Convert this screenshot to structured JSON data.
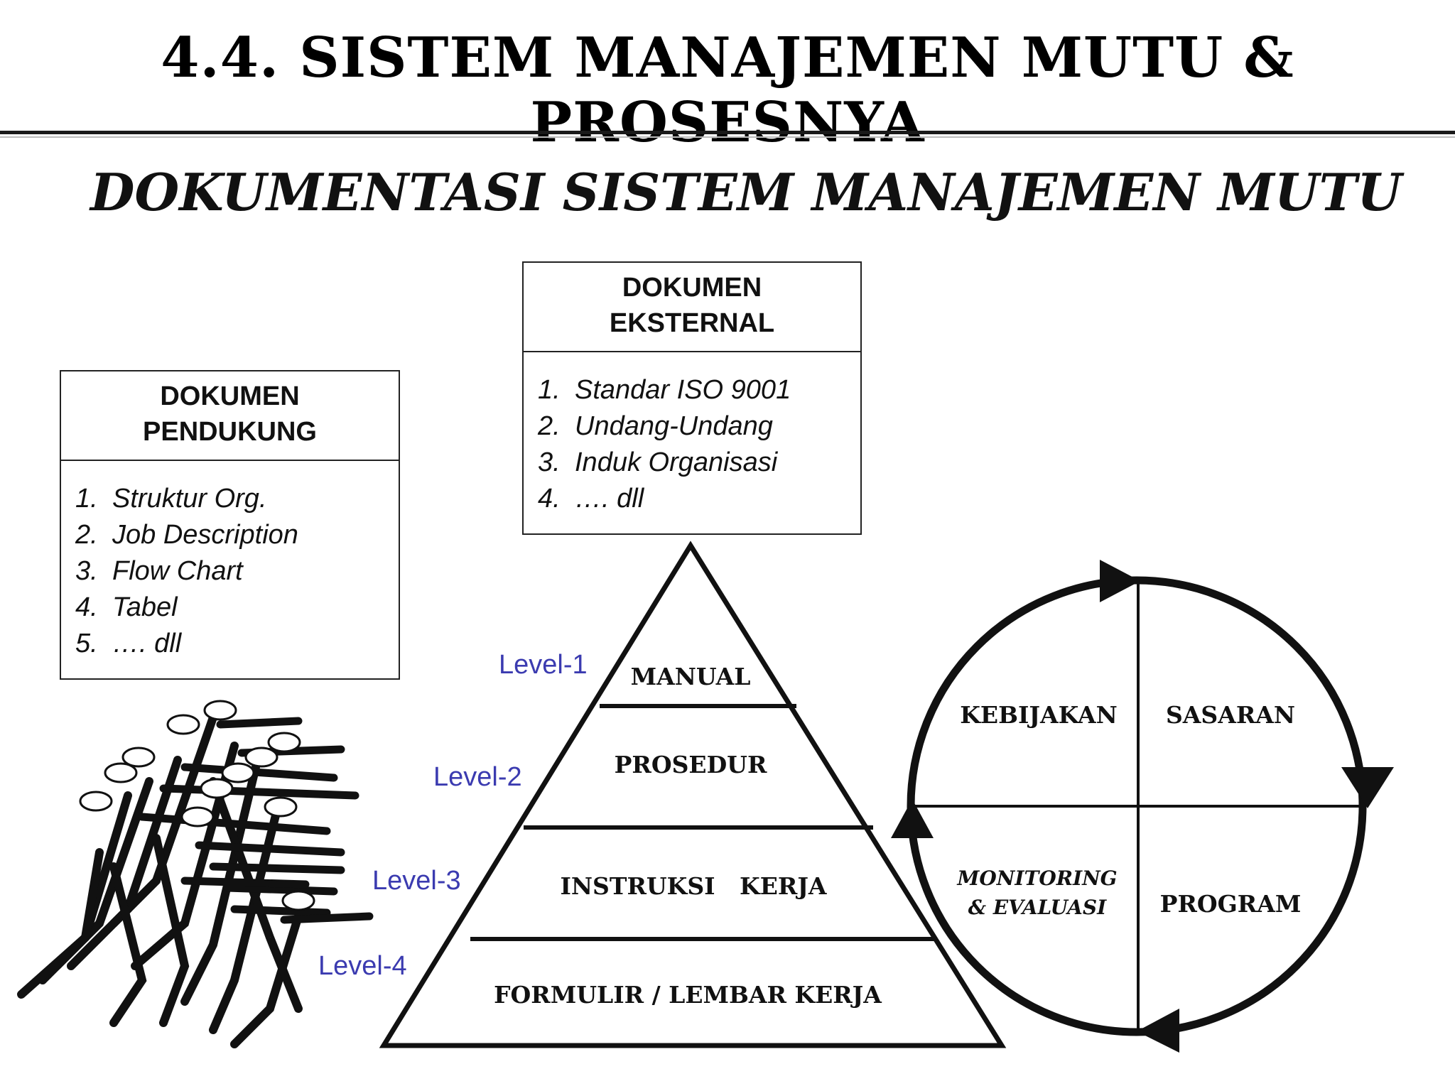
{
  "title": "4.4. SISTEM MANAJEMEN MUTU & PROSESNYA",
  "subtitle": "DOKUMENTASI SISTEM MANAJEMEN MUTU",
  "dokumen_pendukung": {
    "heading_line1": "DOKUMEN",
    "heading_line2": "PENDUKUNG",
    "items": [
      {
        "num": "1.",
        "text": "Struktur Org."
      },
      {
        "num": "2.",
        "text": "Job Description"
      },
      {
        "num": "3.",
        "text": "Flow Chart"
      },
      {
        "num": "4.",
        "text": "Tabel"
      },
      {
        "num": "5.",
        "text": "…. dll"
      }
    ]
  },
  "dokumen_eksternal": {
    "heading_line1": "DOKUMEN",
    "heading_line2": "EKSTERNAL",
    "items": [
      {
        "num": "1.",
        "text": "Standar ISO 9001"
      },
      {
        "num": "2.",
        "text": "Undang-Undang"
      },
      {
        "num": "3.",
        "text": "Induk Organisasi"
      },
      {
        "num": "4.",
        "text": "…. dll"
      }
    ]
  },
  "pyramid": {
    "levels": [
      {
        "label": "Level-1",
        "text": "MANUAL"
      },
      {
        "label": "Level-2",
        "text": "PROSEDUR"
      },
      {
        "label": "Level-3",
        "text": "INSTRUKSI   KERJA"
      },
      {
        "label": "Level-4",
        "text": "FORMULIR / LEMBAR KERJA"
      }
    ]
  },
  "cycle": {
    "top_left": "KEBIJAKAN",
    "top_right": "SASARAN",
    "bottom_left_line1": "MONITORING",
    "bottom_left_line2": "& EVALUASI",
    "bottom_right": "PROGRAM"
  },
  "colors": {
    "level_label": "#3b3bb0",
    "ink": "#111111"
  },
  "icons": {
    "workers": "people-pushing-icon"
  }
}
